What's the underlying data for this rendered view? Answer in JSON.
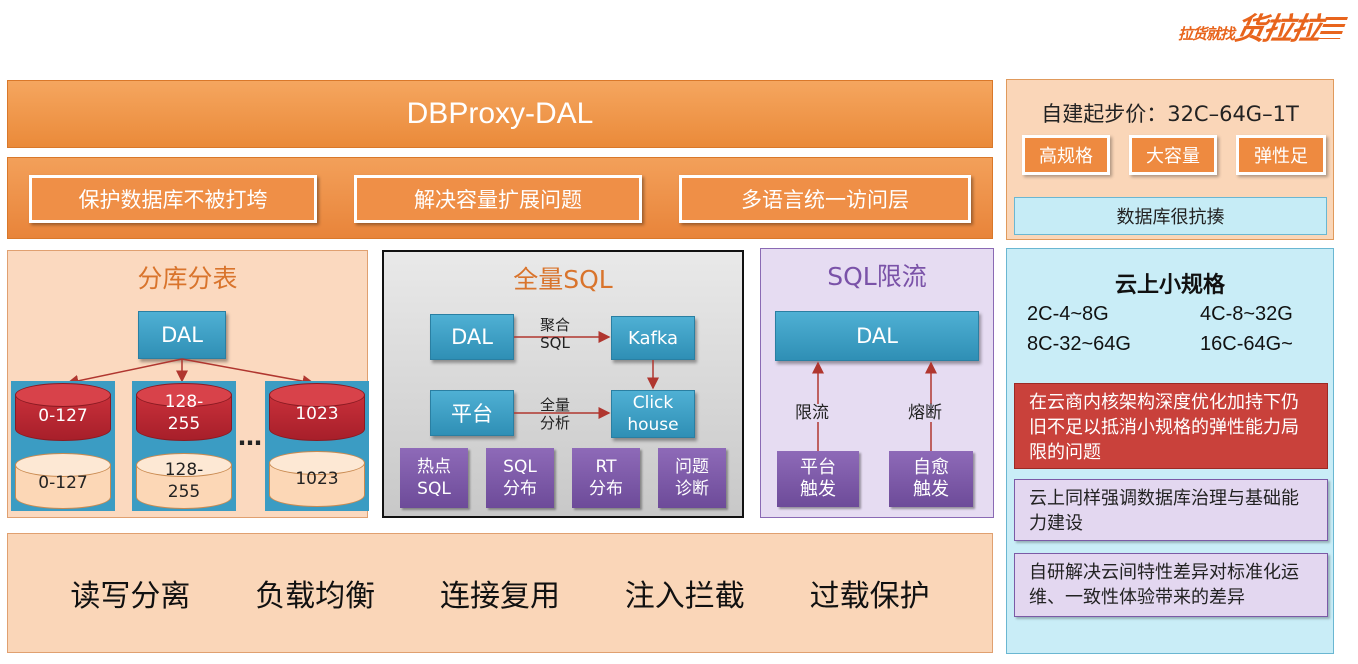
{
  "logo": {
    "small": "拉货就找",
    "big": "货拉拉"
  },
  "banner": {
    "title": "DBProxy-DAL"
  },
  "features": [
    "保护数据库不被打垮",
    "解决容量扩展问题",
    "多语言统一访问层"
  ],
  "sharding": {
    "title": "分库分表",
    "dal": "DAL",
    "nodes": [
      {
        "primary": "0-127",
        "replica": "0-127"
      },
      {
        "primary": "128-\n255",
        "replica": "128-\n255"
      },
      {
        "primary": "1023",
        "replica": "1023"
      }
    ],
    "ellipsis": "…"
  },
  "full_sql": {
    "title": "全量SQL",
    "dal": "DAL",
    "kafka": "Kafka",
    "platform": "平台",
    "clickhouse": "Click\nhouse",
    "arrow1": "聚合\nSQL",
    "arrow2": "全量\n分析",
    "tools": [
      "热点\nSQL",
      "SQL\n分布",
      "RT\n分布",
      "问题\n诊断"
    ]
  },
  "rate_limit": {
    "title": "SQL限流",
    "dal": "DAL",
    "left_label": "限流",
    "right_label": "熔断",
    "left_box": "平台\n触发",
    "right_box": "自愈\n触发"
  },
  "bottom": [
    "读写分离",
    "负载均衡",
    "连接复用",
    "注入拦截",
    "过载保护"
  ],
  "self_built": {
    "price": "自建起步价：32C–64G–1T",
    "tags": [
      "高规格",
      "大容量",
      "弹性足"
    ],
    "summary": "数据库很抗揍"
  },
  "cloud": {
    "title": "云上小规格",
    "specs": [
      "2C-4~8G",
      "4C-8~32G",
      "8C-32~64G",
      "16C-64G~"
    ],
    "notes": [
      "在云商内核架构深度优化加持下仍旧不足以抵消小规格的弹性能力局限的问题",
      "云上同样强调数据库治理与基础能力建设",
      "自研解决云间特性差异对标准化运维、一致性体验带来的差异"
    ]
  },
  "colors": {
    "orange": "#ea8a3a",
    "teal": "#3b9cc3",
    "purple": "#7550a3",
    "red": "#c9413b",
    "cyan": "#c9edf7"
  }
}
